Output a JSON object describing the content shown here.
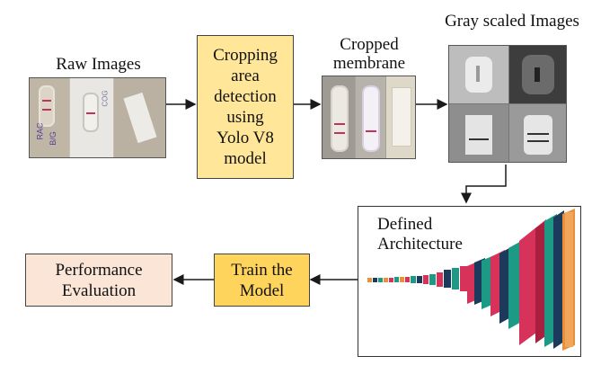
{
  "labels": {
    "raw_images": "Raw Images",
    "crop_detection": [
      "Cropping",
      "area",
      "detection",
      "using",
      "Yolo V8",
      "model"
    ],
    "cropped_membrane": [
      "Cropped",
      "membrane"
    ],
    "gray_scaled": "Gray scaled Images",
    "defined_architecture": [
      "Defined",
      "Architecture"
    ],
    "train_model": [
      "Train the",
      "Model"
    ],
    "performance": [
      "Performance",
      "Evaluation"
    ]
  },
  "raw_strip_text": {
    "ink_1": "RAC",
    "ink_2": "B/G",
    "mark_1": "COG"
  },
  "colors": {
    "yellow_box": "#FFE699",
    "gold_box": "#FFD45C",
    "pink_box": "#FBE5D6",
    "arrow": "#1a1a1a",
    "test_line": "#c0335a",
    "layer_crimson": "#d7325a",
    "layer_teal": "#1d9a86",
    "layer_navy": "#1b3a5c",
    "layer_orange": "#e8913a"
  }
}
